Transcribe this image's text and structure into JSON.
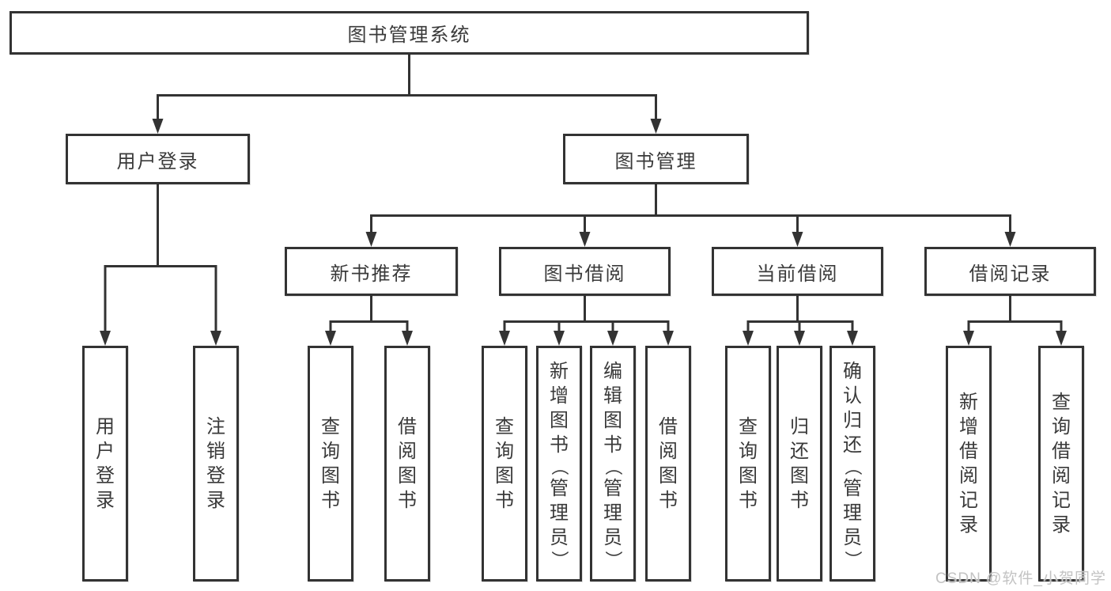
{
  "title": "图书管理系统",
  "watermark": {
    "text": "CSDN @软件_小贺同学"
  },
  "colors": {
    "line": "#333333",
    "box_border": "#333333",
    "text": "#3a3a3a",
    "background": "#ffffff",
    "watermark": "#c3c3c3"
  },
  "nodes": {
    "root": {
      "label": "图书管理系统"
    },
    "level2": [
      {
        "label": "用户登录"
      },
      {
        "label": "图书管理"
      }
    ],
    "level3": [
      {
        "label": "新书推荐"
      },
      {
        "label": "图书借阅"
      },
      {
        "label": "当前借阅"
      },
      {
        "label": "借阅记录"
      }
    ],
    "leaves": [
      {
        "label": "用户登录"
      },
      {
        "label": "注销登录"
      },
      {
        "label": "查询图书"
      },
      {
        "label": "借阅图书"
      },
      {
        "label": "查询图书"
      },
      {
        "label": "新增图书（管理员）"
      },
      {
        "label": "编辑图书（管理员）"
      },
      {
        "label": "借阅图书"
      },
      {
        "label": "查询图书"
      },
      {
        "label": "归还图书"
      },
      {
        "label": "确认归还（管理员）"
      },
      {
        "label": "新增借阅记录"
      },
      {
        "label": "查询借阅记录"
      }
    ]
  },
  "edges": [
    {
      "from": "图书管理系统",
      "to": [
        "用户登录",
        "图书管理"
      ]
    },
    {
      "from": "用户登录",
      "to": [
        "用户登录",
        "注销登录"
      ]
    },
    {
      "from": "图书管理",
      "to": [
        "新书推荐",
        "图书借阅",
        "当前借阅",
        "借阅记录"
      ]
    },
    {
      "from": "新书推荐",
      "to": [
        "查询图书",
        "借阅图书"
      ]
    },
    {
      "from": "图书借阅",
      "to": [
        "查询图书",
        "新增图书（管理员）",
        "编辑图书（管理员）",
        "借阅图书"
      ]
    },
    {
      "from": "当前借阅",
      "to": [
        "查询图书",
        "归还图书",
        "确认归还（管理员）"
      ]
    },
    {
      "from": "借阅记录",
      "to": [
        "新增借阅记录",
        "查询借阅记录"
      ]
    }
  ]
}
